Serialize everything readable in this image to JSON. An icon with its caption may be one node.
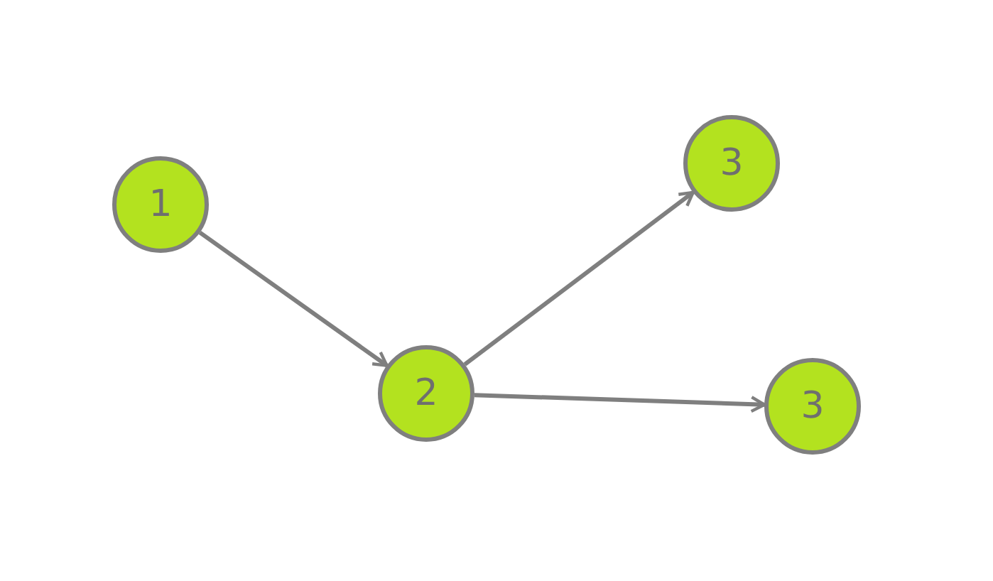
{
  "diagram": {
    "nodes": [
      {
        "text": [
          "1"
        ]
      },
      {
        "text": [
          "2"
        ]
      },
      {
        "text": [
          "3"
        ]
      },
      {
        "text": [
          "3"
        ]
      }
    ],
    "edges": [
      {
        "from": 0,
        "to": 1,
        "arrow": "to"
      },
      {
        "from": 1,
        "to": 2,
        "arrow": "to"
      },
      {
        "from": 1,
        "to": 3,
        "arrow": "to"
      }
    ]
  }
}
